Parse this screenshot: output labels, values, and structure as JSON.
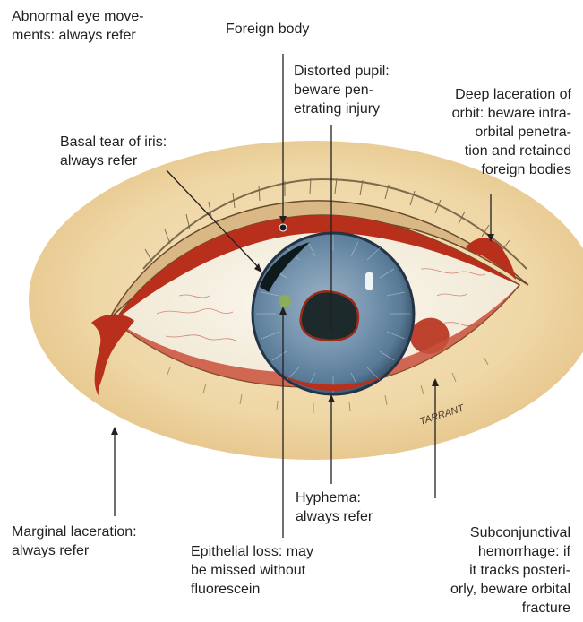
{
  "labels": {
    "abnormal_eye": "Abnormal eye move-\nments: always refer",
    "foreign_body": "Foreign body",
    "distorted_pupil": "Distorted pupil:\nbeware pen-\netrating injury",
    "deep_laceration": "Deep laceration of\norbit: beware intra-\norbital penetra-\ntion and retained\nforeign bodies",
    "basal_tear": "Basal tear of iris:\nalways refer",
    "marginal_laceration": "Marginal laceration:\nalways refer",
    "hyphema": "Hyphema:\nalways refer",
    "epithelial_loss": "Epithelial loss: may\nbe missed without\nfluorescein",
    "subconjunctival": "Subconjunctival\nhemorrhage: if\nit tracks posteri-\norly, beware orbital\nfracture"
  },
  "signature": "TARRANT",
  "colors": {
    "skin": "#f1ddb0",
    "sclera": "#f7f2e6",
    "blood": "#b8301c",
    "iris": "#6e8ea8",
    "pupil": "#1c2a2c",
    "text": "#231f20"
  }
}
